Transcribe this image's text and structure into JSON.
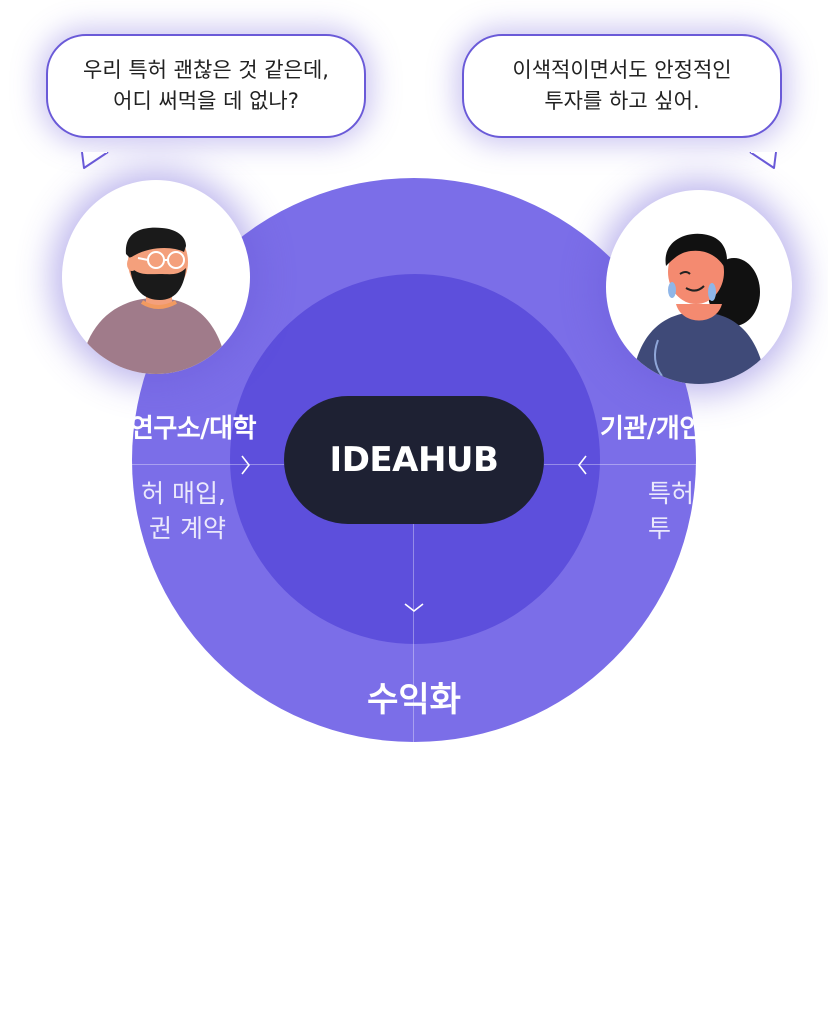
{
  "speech_bubbles": {
    "left": {
      "line1": "우리 특허 괜찮은 것 같은데,",
      "line2": "어디 써먹을 데 없나?"
    },
    "right": {
      "line1": "이색적이면서도 안정적인",
      "line2": "투자를 하고 싶어."
    }
  },
  "diagram": {
    "hub_label": "IDEAHUB",
    "left": {
      "title": "/연구소/대학",
      "desc_line1": "허 매입,",
      "desc_line2": "권 계약"
    },
    "right": {
      "title": "기관/개인 투자",
      "desc_line1": "특허",
      "desc_line2": "투"
    },
    "bottom": {
      "title": "수익화"
    }
  },
  "colors": {
    "outer_circle": "#7b6ee8",
    "inner_circle": "#5d4fdc",
    "hub": "#1e2133",
    "bubble_border": "#6a5ad8"
  }
}
